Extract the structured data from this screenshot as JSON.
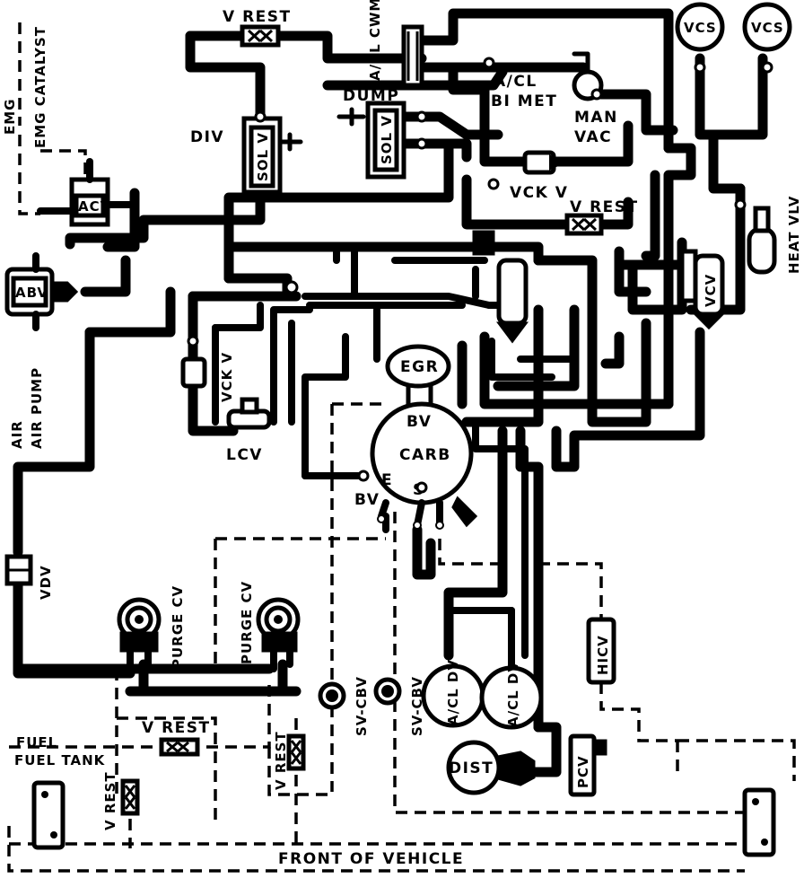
{
  "labels": {
    "v_rest_top": "V REST",
    "a_cl_cwm": "A/CL CWM",
    "vcs_1": "VCS",
    "vcs_2": "VCS",
    "emg_catalyst": "EMG CATALYST",
    "div": "DIV",
    "sol_v_left": "SOL V",
    "dump": "DUMP",
    "sol_v_right": "SOL V",
    "a_cl_bi_met_1": "A/CL",
    "a_cl_bi_met_2": "BI MET",
    "man_vac_1": "MAN",
    "man_vac_2": "VAC",
    "acv": "ACV",
    "vckv_top": "VCK V",
    "v_rest_mid": "V REST",
    "heat_vlv": "HEAT VLV",
    "abv": "ABV",
    "vcv_left": "VCV",
    "vcv_right": "VCV",
    "air_pump": "AIR PUMP",
    "vckv_left": "VCK V",
    "egr": "EGR",
    "bv_top": "BV",
    "carb": "CARB",
    "e": "E",
    "s": "S",
    "bv_bottom": "BV",
    "lcv": "LCV",
    "vdv": "VDV",
    "purge_cv_1": "PURGE CV",
    "purge_cv_2": "PURGE CV",
    "hicv": "HICV",
    "a_cl_dv_1": "A/CL DV",
    "a_cl_dv_2": "A/CL DV",
    "sv_cbv_1": "SV-CBV",
    "sv_cbv_2": "SV-CBV",
    "fuel_tank": "FUEL TANK",
    "v_rest_bottom_h": "V REST",
    "v_rest_bottom_v1": "V REST",
    "v_rest_bottom_v2": "V REST",
    "dist": "DIST",
    "pcv": "PCV",
    "front_of_vehicle": "FRONT OF VEHICLE"
  }
}
